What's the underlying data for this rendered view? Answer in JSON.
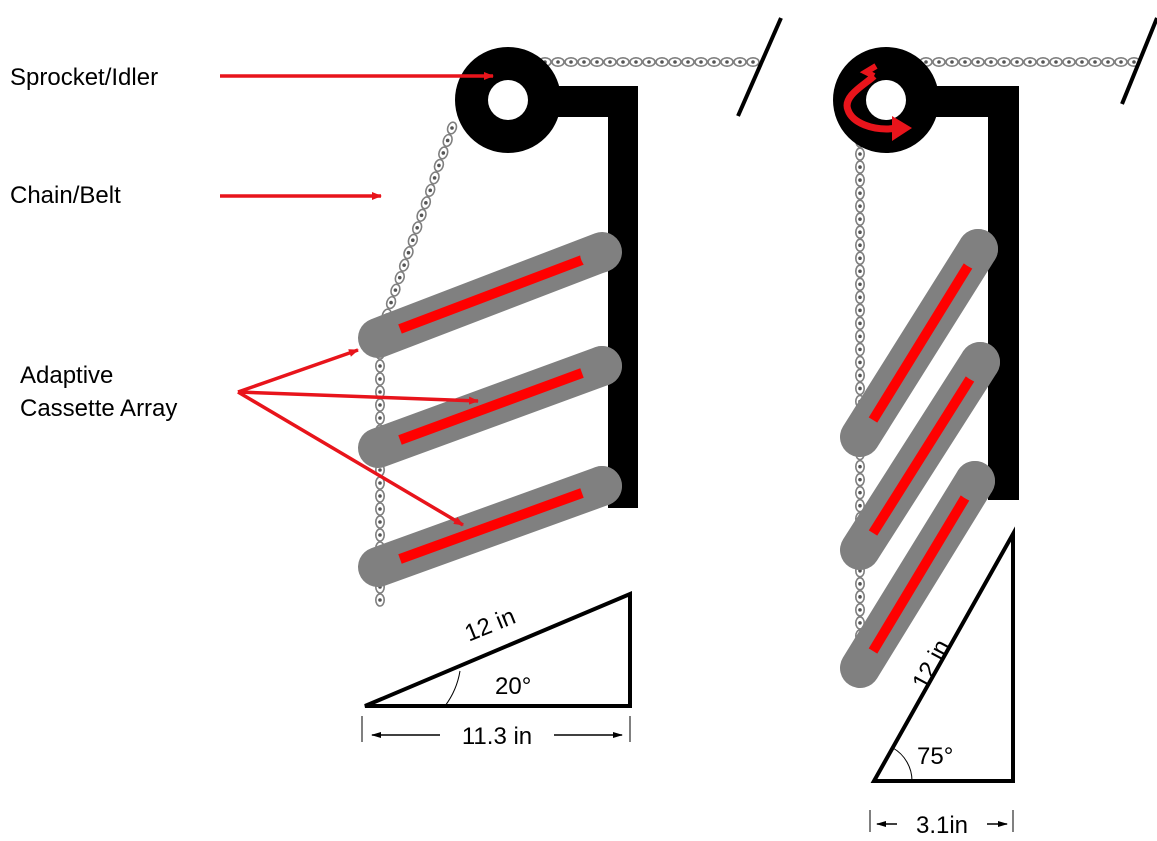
{
  "labels": {
    "sprocket": "Sprocket/Idler",
    "chain": "Chain/Belt",
    "array_line1": "Adaptive",
    "array_line2": "Cassette Array"
  },
  "left_config": {
    "hypotenuse": "12 in",
    "angle": "20°",
    "base": "11.3 in"
  },
  "right_config": {
    "hypotenuse": "12 in",
    "angle": "75°",
    "base": "3.1in"
  },
  "colors": {
    "arrow": "#e8141b",
    "cassette_core": "#ff0000",
    "cassette_body": "#808080",
    "frame": "#000000",
    "chain": "#7f7f7f"
  }
}
